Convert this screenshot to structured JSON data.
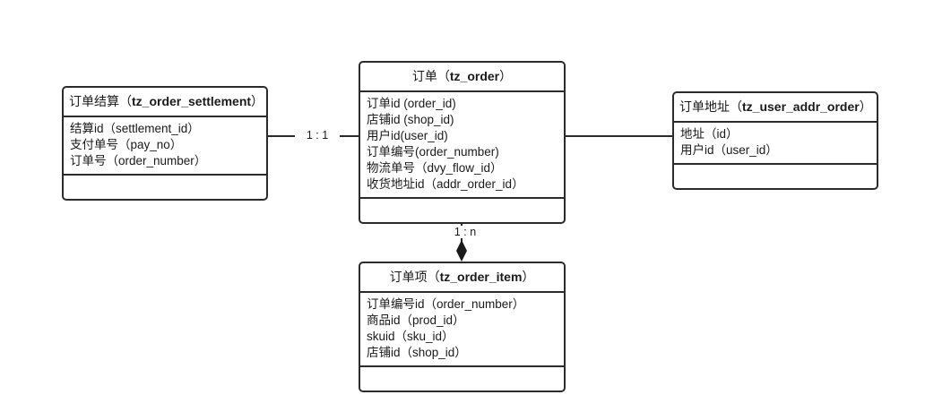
{
  "diagram": {
    "title_semantic": "order-er-diagram",
    "background": "#ffffff",
    "line_color": "#2b2b2b",
    "text_color": "#1a1a1a"
  },
  "entities": {
    "settlement": {
      "cn_name": "订单结算",
      "table": "tz_order_settlement",
      "paren_open": "（",
      "paren_close": "）",
      "attributes": [
        "结算id（settlement_id）",
        "支付单号（pay_no）",
        "订单号（order_number）"
      ]
    },
    "order": {
      "cn_name": "订单",
      "table": "tz_order",
      "paren_open": "（",
      "paren_close": "）",
      "attributes": [
        "订单id (order_id)",
        "店铺id (shop_id)",
        "用户id(user_id)",
        "订单编号(order_number)",
        "物流单号（dvy_flow_id）",
        "收货地址id（addr_order_id）"
      ]
    },
    "address": {
      "cn_name": "订单地址",
      "table": "tz_user_addr_order",
      "paren_open": "（",
      "paren_close": "）",
      "attributes": [
        "地址（id）",
        "用户id（user_id）"
      ]
    },
    "order_item": {
      "cn_name": "订单项",
      "table": "tz_order_item",
      "paren_open": "（",
      "paren_close": "）",
      "attributes": [
        "订单编号id（order_number）",
        "商品id（prod_id）",
        "skuid（sku_id）",
        "店铺id（shop_id）"
      ]
    }
  },
  "relationships": {
    "settlement_order": {
      "label": "1 : 1",
      "from": "settlement",
      "to": "order"
    },
    "order_address": {
      "label": "",
      "from": "order",
      "to": "address"
    },
    "order_item": {
      "label": "1 : n",
      "from": "order",
      "to": "order_item",
      "marker": "filled-diamond"
    }
  }
}
